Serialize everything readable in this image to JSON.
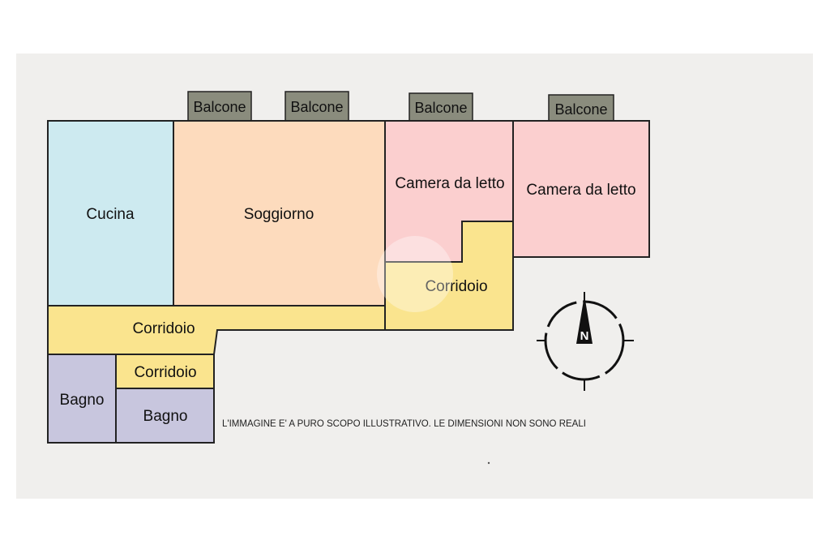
{
  "rooms": {
    "cucina": "Cucina",
    "soggiorno": "Soggiorno",
    "camera1": "Camera da letto",
    "camera2": "Camera da letto",
    "corridoio_right": "Corridoio",
    "corridoio_main": "Corridoio",
    "corridoio_small": "Corridoio",
    "bagno1": "Bagno",
    "bagno2": "Bagno"
  },
  "balconies": [
    "Balcone",
    "Balcone",
    "Balcone",
    "Balcone"
  ],
  "compass_label": "N",
  "disclaimer": "L'IMMAGINE E' A PURO SCOPO ILLUSTRATIVO. LE DIMENSIONI NON SONO REALI",
  "colors": {
    "kitchen": "#cdeaf0",
    "living": "#fddbbd",
    "bedroom": "#fbcfcf",
    "corridor": "#fae48e",
    "bathroom": "#c8c6de",
    "balcony": "#8a8c7d"
  }
}
